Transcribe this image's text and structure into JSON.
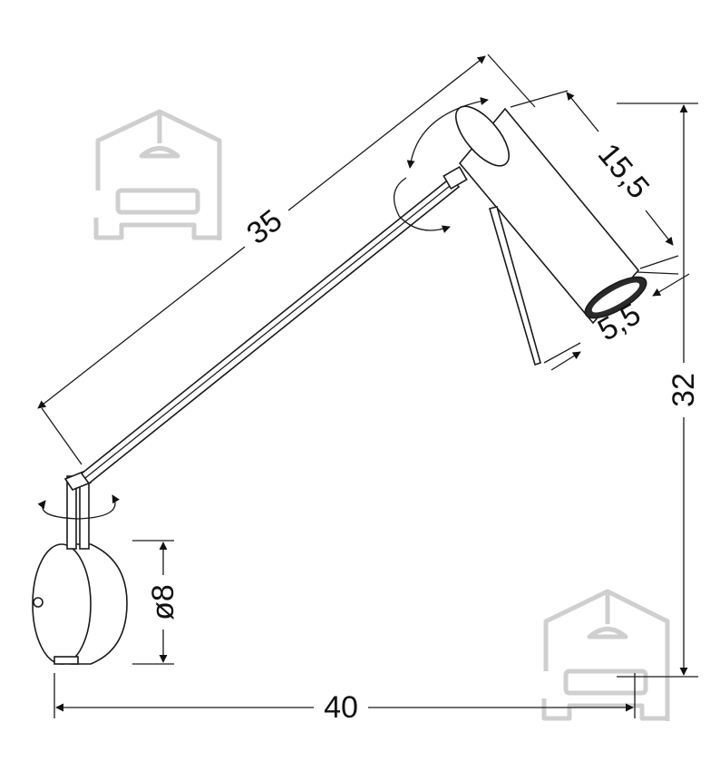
{
  "diagram": {
    "subject": "wall lamp technical drawing",
    "units_shown": false,
    "dimensions": {
      "arm_length": "35",
      "shade_length": "15,5",
      "shade_diameter": "5,5",
      "height": "32",
      "width": "40",
      "base_diameter": "ø8"
    },
    "watermark_icon": "house-sofa-icon",
    "colors": {
      "lines": "#1a1a1a",
      "watermark": "#cfcfcf",
      "background": "#ffffff"
    }
  }
}
